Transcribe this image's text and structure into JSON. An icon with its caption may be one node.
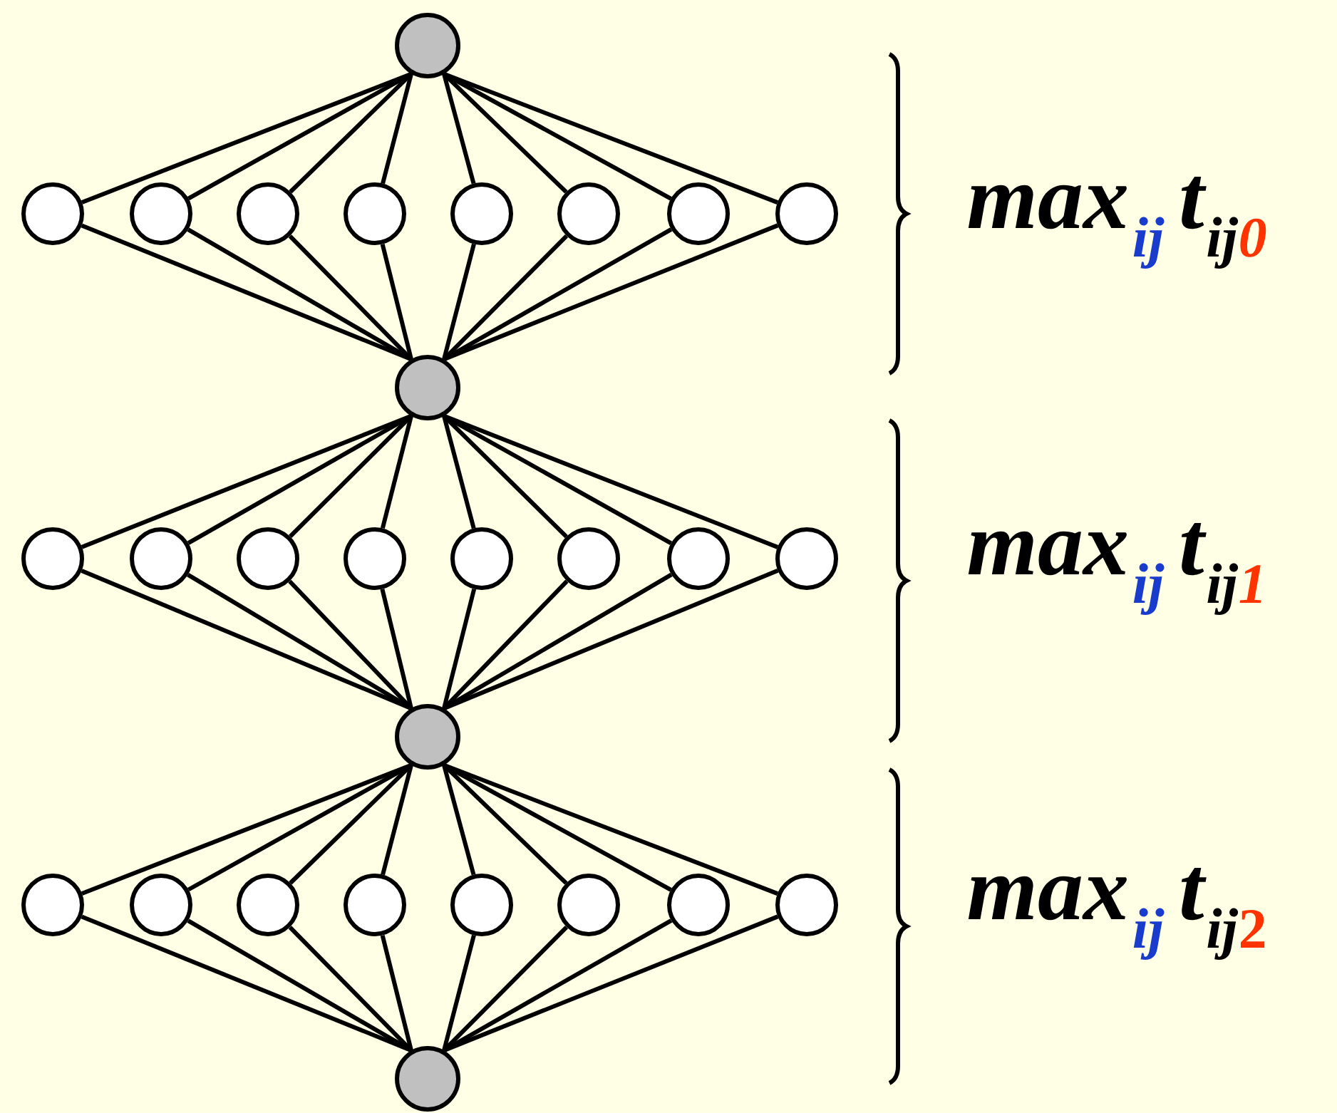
{
  "diagram": {
    "nodes": [
      {
        "text": [],
        "shape": "circle"
      },
      {
        "text": [],
        "shape": "circle"
      },
      {
        "text": [],
        "shape": "circle"
      },
      {
        "text": [],
        "shape": "circle"
      },
      {
        "text": [],
        "shape": "circle"
      },
      {
        "text": [],
        "shape": "circle"
      },
      {
        "text": [],
        "shape": "circle"
      },
      {
        "text": [],
        "shape": "circle"
      },
      {
        "text": [],
        "shape": "circle"
      },
      {
        "text": [],
        "shape": "circle"
      },
      {
        "text": [],
        "shape": "circle"
      },
      {
        "text": [],
        "shape": "circle"
      },
      {
        "text": [],
        "shape": "circle"
      },
      {
        "text": [],
        "shape": "circle"
      },
      {
        "text": [],
        "shape": "circle"
      },
      {
        "text": [],
        "shape": "circle"
      },
      {
        "text": [],
        "shape": "circle"
      },
      {
        "text": [],
        "shape": "circle"
      },
      {
        "text": [],
        "shape": "circle"
      },
      {
        "text": [],
        "shape": "circle"
      },
      {
        "text": [],
        "shape": "circle"
      },
      {
        "text": [],
        "shape": "circle"
      },
      {
        "text": [],
        "shape": "circle"
      },
      {
        "text": [],
        "shape": "circle"
      },
      {
        "text": [],
        "shape": "circle"
      },
      {
        "text": [],
        "shape": "circle"
      },
      {
        "text": [],
        "shape": "circle"
      },
      {
        "text": [],
        "shape": "circle"
      }
    ],
    "edges": [
      {
        "from": 0,
        "to": 1,
        "arrow": "none"
      },
      {
        "from": 0,
        "to": 2,
        "arrow": "none"
      },
      {
        "from": 0,
        "to": 3,
        "arrow": "none"
      },
      {
        "from": 0,
        "to": 4,
        "arrow": "none"
      },
      {
        "from": 0,
        "to": 5,
        "arrow": "none"
      },
      {
        "from": 0,
        "to": 6,
        "arrow": "none"
      },
      {
        "from": 0,
        "to": 7,
        "arrow": "none"
      },
      {
        "from": 0,
        "to": 8,
        "arrow": "none"
      },
      {
        "from": 1,
        "to": 9,
        "arrow": "none"
      },
      {
        "from": 2,
        "to": 9,
        "arrow": "none"
      },
      {
        "from": 3,
        "to": 9,
        "arrow": "none"
      },
      {
        "from": 4,
        "to": 9,
        "arrow": "none"
      },
      {
        "from": 5,
        "to": 9,
        "arrow": "none"
      },
      {
        "from": 6,
        "to": 9,
        "arrow": "none"
      },
      {
        "from": 7,
        "to": 9,
        "arrow": "none"
      },
      {
        "from": 8,
        "to": 9,
        "arrow": "none"
      },
      {
        "from": 9,
        "to": 10,
        "arrow": "none"
      },
      {
        "from": 9,
        "to": 11,
        "arrow": "none"
      },
      {
        "from": 9,
        "to": 12,
        "arrow": "none"
      },
      {
        "from": 9,
        "to": 13,
        "arrow": "none"
      },
      {
        "from": 9,
        "to": 14,
        "arrow": "none"
      },
      {
        "from": 9,
        "to": 15,
        "arrow": "none"
      },
      {
        "from": 9,
        "to": 16,
        "arrow": "none"
      },
      {
        "from": 9,
        "to": 17,
        "arrow": "none"
      },
      {
        "from": 10,
        "to": 18,
        "arrow": "none"
      },
      {
        "from": 11,
        "to": 18,
        "arrow": "none"
      },
      {
        "from": 12,
        "to": 18,
        "arrow": "none"
      },
      {
        "from": 13,
        "to": 18,
        "arrow": "none"
      },
      {
        "from": 14,
        "to": 18,
        "arrow": "none"
      },
      {
        "from": 15,
        "to": 18,
        "arrow": "none"
      },
      {
        "from": 16,
        "to": 18,
        "arrow": "none"
      },
      {
        "from": 17,
        "to": 18,
        "arrow": "none"
      },
      {
        "from": 18,
        "to": 19,
        "arrow": "none"
      },
      {
        "from": 18,
        "to": 20,
        "arrow": "none"
      },
      {
        "from": 18,
        "to": 21,
        "arrow": "none"
      },
      {
        "from": 18,
        "to": 22,
        "arrow": "none"
      },
      {
        "from": 18,
        "to": 23,
        "arrow": "none"
      },
      {
        "from": 18,
        "to": 24,
        "arrow": "none"
      },
      {
        "from": 18,
        "to": 25,
        "arrow": "none"
      },
      {
        "from": 18,
        "to": 26,
        "arrow": "none"
      },
      {
        "from": 19,
        "to": 27,
        "arrow": "none"
      },
      {
        "from": 20,
        "to": 27,
        "arrow": "none"
      },
      {
        "from": 21,
        "to": 27,
        "arrow": "none"
      },
      {
        "from": 22,
        "to": 27,
        "arrow": "none"
      },
      {
        "from": 23,
        "to": 27,
        "arrow": "none"
      },
      {
        "from": 24,
        "to": 27,
        "arrow": "none"
      },
      {
        "from": 25,
        "to": 27,
        "arrow": "none"
      },
      {
        "from": 26,
        "to": 27,
        "arrow": "none"
      }
    ],
    "labels": [
      "max",
      "ij",
      "t",
      "ij",
      "0",
      "max",
      "ij",
      "t",
      "ij",
      "1",
      "max",
      "ij",
      "t",
      "ij",
      "2"
    ]
  }
}
